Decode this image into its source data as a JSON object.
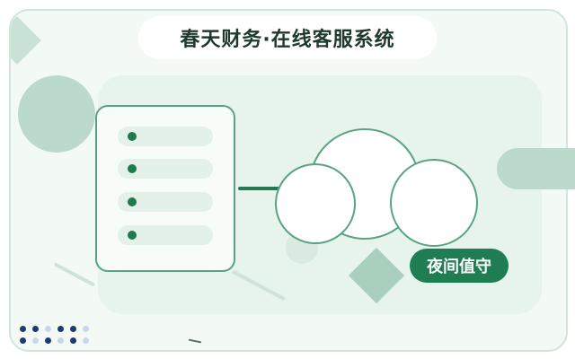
{
  "header": {
    "title": "春天财务·在线客服系统"
  },
  "badge": {
    "label": "夜间值守"
  },
  "colors": {
    "brand_green": "#1f7d53",
    "panel_bg": "#e6f4ec",
    "frame_border": "#cfe6da",
    "accent_navy": "#1e3a6e"
  },
  "list_panel": {
    "item_count": 4
  }
}
